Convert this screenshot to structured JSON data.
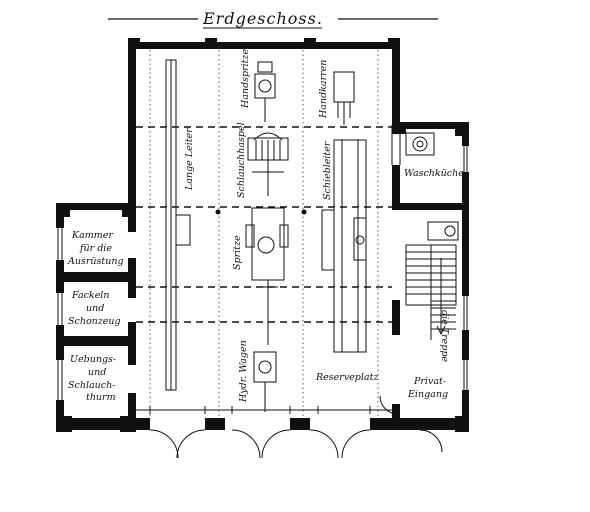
{
  "title": "Erdgeschoss.",
  "rooms": {
    "kammer": [
      "Kammer",
      "für die",
      "Ausrüstung"
    ],
    "fackeln": [
      "Fackeln",
      "und",
      "Schonzeug"
    ],
    "uebungs": [
      "Uebungs-",
      "und",
      "Schlauch-",
      "thurm"
    ],
    "waschkueche": "Waschküche",
    "privat": [
      "Privat-",
      "Eingang"
    ],
    "lange_leiter": "Lange Leiter",
    "schlauchhaspel": "Schlauchhaspel",
    "handspritze": "Handspritze",
    "handkarren": "Handkarren",
    "schiebleiter": "Schiebleiter",
    "spritze": "Spritze",
    "hydr_wagen": "Hydr. Wagen",
    "reserveplatz": "Reserveplatz",
    "treppe": "die Treppe"
  }
}
